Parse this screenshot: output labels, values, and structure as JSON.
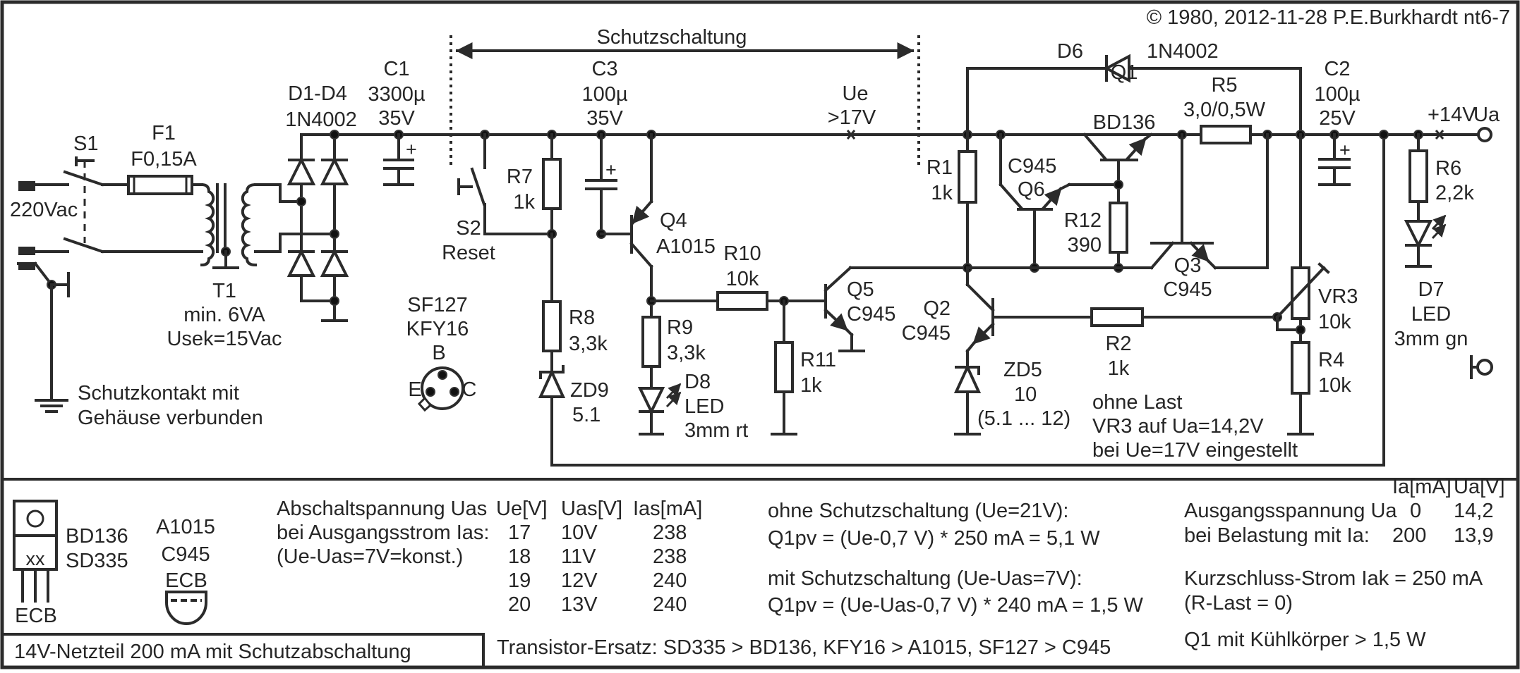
{
  "copyright": "© 1980, 2012-11-28 P.E.Burkhardt nt6-7",
  "title": "14V-Netzteil 200 mA mit Schutzabschaltung",
  "section_label": "Schutzschaltung",
  "colors": {
    "ink": "#2b2b2b",
    "background": "#ffffff"
  },
  "components": {
    "S1": {
      "ref": "S1",
      "input": "220Vac"
    },
    "F1": {
      "ref": "F1",
      "value": "F0,15A"
    },
    "T1": {
      "ref": "T1",
      "line1": "min. 6VA",
      "line2": "Usek=15Vac"
    },
    "D1_D4": {
      "ref": "D1-D4",
      "value": "1N4002"
    },
    "C1": {
      "ref": "C1",
      "value": "3300µ",
      "voltage": "35V",
      "plus": "+"
    },
    "C3": {
      "ref": "C3",
      "value": "100µ",
      "voltage": "35V",
      "plus": "+"
    },
    "Ue": {
      "ref": "Ue",
      "value": ">17V"
    },
    "S2": {
      "ref": "S2",
      "value": "Reset"
    },
    "R7": {
      "ref": "R7",
      "value": "1k"
    },
    "Q4": {
      "ref": "Q4",
      "value": "A1015"
    },
    "R8": {
      "ref": "R8",
      "value": "3,3k"
    },
    "ZD9": {
      "ref": "ZD9",
      "value": "5.1"
    },
    "R9": {
      "ref": "R9",
      "value": "3,3k"
    },
    "D8": {
      "ref": "D8",
      "line1": "LED",
      "line2": "3mm rt"
    },
    "R10": {
      "ref": "R10",
      "value": "10k"
    },
    "R11": {
      "ref": "R11",
      "value": "1k"
    },
    "Q5": {
      "ref": "Q5",
      "value": "C945"
    },
    "R1": {
      "ref": "R1",
      "value": "1k"
    },
    "Q6": {
      "ref": "Q6",
      "value": "C945"
    },
    "D6": {
      "ref": "D6",
      "value": "1N4002"
    },
    "Q1": {
      "ref": "Q1",
      "value": "BD136"
    },
    "R12": {
      "ref": "R12",
      "value": "390"
    },
    "R5": {
      "ref": "R5",
      "value": "3,0/0,5W"
    },
    "Q3": {
      "ref": "Q3",
      "value": "C945"
    },
    "Q2": {
      "ref": "Q2",
      "value": "C945"
    },
    "ZD5": {
      "ref": "ZD5",
      "value": "10",
      "range": "(5.1 ... 12)"
    },
    "R2": {
      "ref": "R2",
      "value": "1k"
    },
    "VR3": {
      "ref": "VR3",
      "value": "10k"
    },
    "R4": {
      "ref": "R4",
      "value": "10k"
    },
    "C2": {
      "ref": "C2",
      "value": "100µ",
      "voltage": "25V",
      "plus": "+"
    },
    "R6": {
      "ref": "R6",
      "value": "2,2k"
    },
    "D7": {
      "ref": "D7",
      "line1": "LED",
      "line2": "3mm gn"
    },
    "output": {
      "voltage": "+14V",
      "name": "Ua"
    }
  },
  "notes": {
    "ground": [
      "Schutzkontakt mit",
      "Gehäuse verbunden"
    ],
    "sf127": {
      "line1": "SF127",
      "line2": "KFY16",
      "b": "B",
      "e": "E",
      "c": "C"
    },
    "adjust": [
      "ohne Last",
      "VR3 auf Ua=14,2V",
      "bei Ue=17V eingestellt"
    ]
  },
  "pinouts": {
    "to126": {
      "line1": "BD136",
      "line2": "SD335",
      "mark": "xx",
      "pins": "ECB"
    },
    "to92": {
      "line1": "A1015",
      "line2": "C945",
      "pins": "ECB"
    }
  },
  "shutdown_table": {
    "caption": [
      "Abschaltspannung Uas",
      "bei Ausgangsstrom Ias:",
      "(Ue-Uas=7V=konst.)"
    ],
    "headers": [
      "Ue[V]",
      "Uas[V]",
      "Ias[mA]"
    ],
    "rows": [
      [
        "17",
        "10V",
        "238"
      ],
      [
        "18",
        "11V",
        "238"
      ],
      [
        "19",
        "12V",
        "240"
      ],
      [
        "20",
        "13V",
        "240"
      ]
    ]
  },
  "power_notes": {
    "without": "ohne Schutzschaltung (Ue=21V):",
    "without_formula": "Q1pv = (Ue-0,7 V) * 250 mA = 5,1 W",
    "with": "mit Schutzschaltung (Ue-Uas=7V):",
    "with_formula": "Q1pv = (Ue-Uas-0,7 V) * 240 mA = 1,5 W"
  },
  "output_table": {
    "headers": [
      "Ia[mA]",
      "Ua[V]"
    ],
    "label": [
      "Ausgangsspannung Ua",
      "bei Belastung mit Ia:"
    ],
    "rows": [
      [
        "0",
        "14,2"
      ],
      [
        "200",
        "13,9"
      ]
    ]
  },
  "short_circuit": [
    "Kurzschluss-Strom Iak = 250 mA",
    "(R-Last = 0)"
  ],
  "heatsink": "Q1 mit Kühlkörper > 1,5 W",
  "replacement": "Transistor-Ersatz: SD335 > BD136, KFY16 > A1015, SF127 > C945"
}
